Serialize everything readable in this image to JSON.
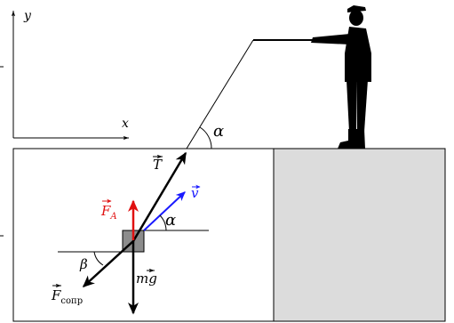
{
  "axes": {
    "y_label": "y",
    "x_label": "x"
  },
  "angles": {
    "rope_angle": "α",
    "velocity_angle": "α",
    "drag_angle": "β"
  },
  "forces": {
    "tension": {
      "symbol": "T",
      "color": "#000000"
    },
    "velocity": {
      "symbol": "v",
      "color": "#1a1aff"
    },
    "buoyancy": {
      "symbol": "F",
      "subscript": "A",
      "color": "#e01010"
    },
    "gravity": {
      "symbol": "mg",
      "color": "#000000"
    },
    "drag": {
      "symbol": "F",
      "subscript": "сопр",
      "color": "#000000"
    }
  },
  "colors": {
    "water_right": "#dcdcdc",
    "body": "#8c8c8c",
    "silhouette": "#000000"
  }
}
